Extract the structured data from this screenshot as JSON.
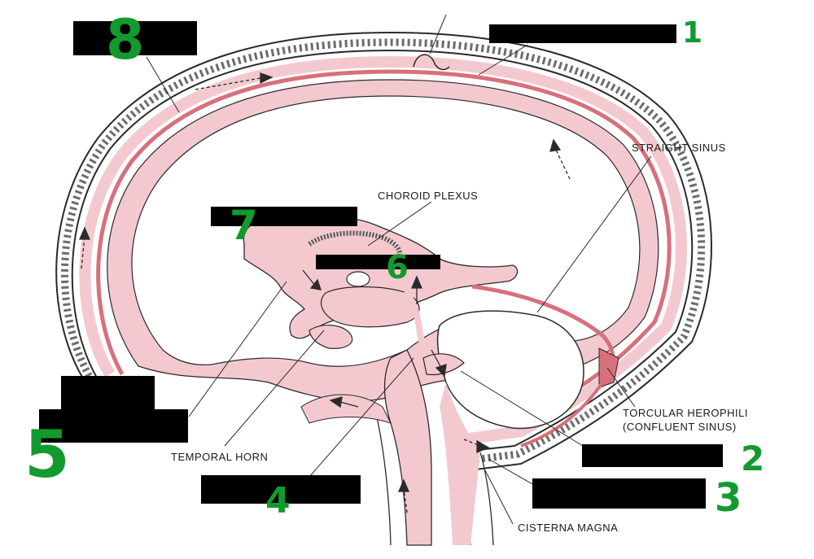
{
  "labels": {
    "choroid_plexus": "CHOROID PLEXUS",
    "straight_sinus": "STRAIGHT SINUS",
    "torcular_line1": "TORCULAR HEROPHILI",
    "torcular_line2": "(CONFLUENT SINUS)",
    "temporal_horn": "TEMPORAL HORN",
    "cisterna_magna": "CISTERNA MAGNA"
  },
  "handwritten": {
    "n1": "1",
    "n2": "2",
    "n3": "3",
    "n4": "4",
    "n5": "5",
    "n6": "6",
    "n7": "7",
    "n8": "8"
  },
  "colors": {
    "csf_pink": "#f3c9cf",
    "sinus_red": "#d8707c",
    "outline": "#2a2a2a",
    "handwriting_green": "#139a2e"
  }
}
